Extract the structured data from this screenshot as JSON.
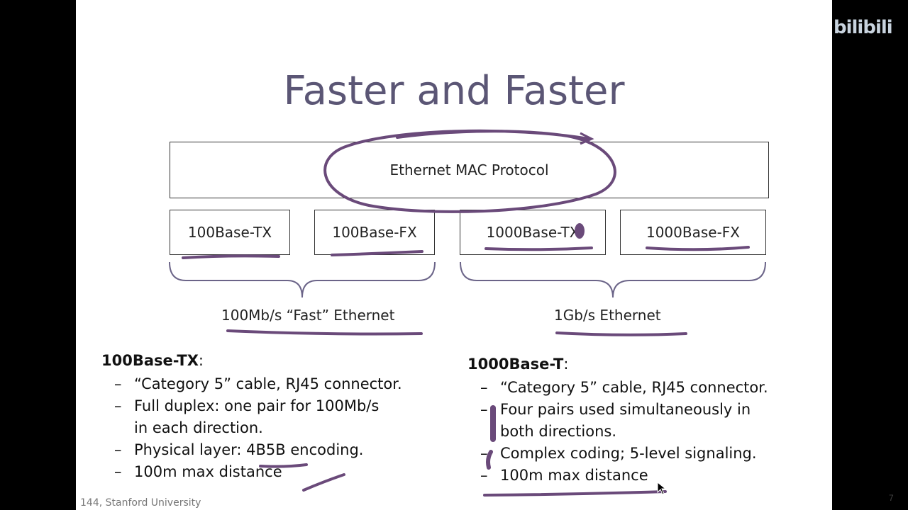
{
  "slide": {
    "title": "Faster and Faster",
    "mac_protocol": "Ethernet MAC Protocol",
    "phy_boxes": [
      "100Base-TX",
      "100Base-FX",
      "1000Base-TX",
      "1000Base-FX"
    ],
    "groups": [
      "100Mb/s “Fast” Ethernet",
      "1Gb/s Ethernet"
    ],
    "left_col": {
      "heading": "100Base-TX",
      "bullets": [
        "“Category 5” cable, RJ45 connector.",
        "Full duplex: one pair for 100Mb/s",
        "in each direction.",
        "Physical layer: 4B5B encoding.",
        "100m max distance"
      ]
    },
    "right_col": {
      "heading": "1000Base-T",
      "bullets": [
        "“Category 5” cable, RJ45 connector.",
        "Four pairs used simultaneously in",
        "both directions.",
        "Complex coding; 5-level signaling.",
        "100m max distance"
      ]
    },
    "dash": "–",
    "colon": ":",
    "page_number": "7",
    "footer": "144, Stanford University"
  },
  "watermark": "bilibili",
  "colors": {
    "title": "#5b5675",
    "ink": "#6a4a7a",
    "background": "#000000"
  }
}
